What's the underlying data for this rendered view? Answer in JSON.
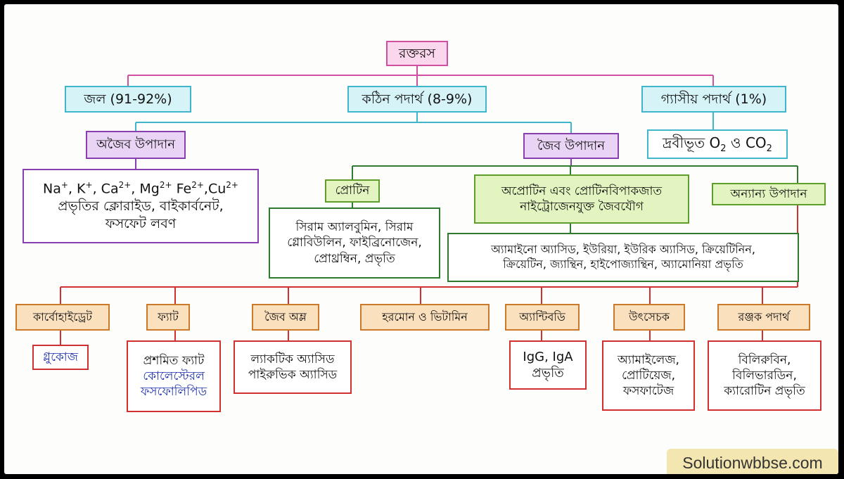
{
  "root": "রক্তরস",
  "level1": {
    "water": "জল (91-92%)",
    "solid": "কঠিন পদার্থ (8-9%)",
    "gas": "গ্যাসীয় পদার্থ (1%)"
  },
  "gas_detail": {
    "prefix": "দ্রবীভূত ",
    "o": "O",
    "o_sub": "2",
    "and": " ও ",
    "co": "CO",
    "co_sub": "2"
  },
  "inorganic": {
    "title": "অজৈব উপাদান",
    "ions": [
      {
        "sym": "Na",
        "charge": "+",
        "sep": ", "
      },
      {
        "sym": "K",
        "charge": "+",
        "sep": ", "
      },
      {
        "sym": "Ca",
        "charge": "2+",
        "sep": ", "
      },
      {
        "sym": "Mg",
        "charge": "2+",
        "sep": " "
      },
      {
        "sym": "Fe",
        "charge": "2+",
        "sep": ","
      },
      {
        "sym": "Cu",
        "charge": "2+",
        "sep": ""
      }
    ],
    "line2": "প্রভৃতির ক্লোরাইড, বাইকার্বনেট,",
    "line3": "ফসফেট লবণ"
  },
  "organic": {
    "title": "জৈব উপাদান"
  },
  "protein": {
    "title": "প্রোটিন",
    "detail": [
      "সিরাম অ্যালবুমিন, সিরাম",
      "গ্লোবিউলিন, ফাইব্রিনোজেন,",
      "প্রোথ্রম্বিন, প্রভৃতি"
    ]
  },
  "nonprotein": {
    "title": [
      "অপ্রোটিন এবং প্রোটিনবিপাকজাত",
      "নাইট্রোজেনযুক্ত জৈবযৌগ"
    ],
    "detail": [
      "অ্যামাইনো অ্যাসিড, ইউরিয়া, ইউরিক অ্যাসিড, ক্রিয়েটিনিন,",
      "ক্রিয়েটিন, জ্যান্থিন, হাইপোজ্যান্থিন, অ্যামোনিয়া প্রভৃতি"
    ]
  },
  "others": {
    "title": "অন্যান্য উপাদান"
  },
  "bottom": [
    {
      "title": "কার্বোহাইড্রেট",
      "detail": [
        "গ্লুকোজ"
      ]
    },
    {
      "title": "ফ্যাট",
      "detail": [
        "প্রশমিত ফ্যাট",
        "কোলেস্টেরল",
        "ফসফোলিপিড"
      ]
    },
    {
      "title": "জৈব অম্ল",
      "detail": [
        "ল্যাকটিক অ্যাসিড",
        "পাইরুভিক অ্যাসিড"
      ]
    },
    {
      "title": "হরমোন ও ভিটামিন",
      "detail": []
    },
    {
      "title": "অ্যান্টিবডি",
      "detail": [
        "IgG, IgA",
        "প্রভৃতি"
      ]
    },
    {
      "title": "উৎসেচক",
      "detail": [
        "অ্যামাইলেজ,",
        "প্রোটিয়েজ,",
        "ফসফাটেজ"
      ]
    },
    {
      "title": "রঞ্জক পদার্থ",
      "detail": [
        "বিলিরুবিন,",
        "বিলিভারডিন,",
        "ক্যারোটিন প্রভৃতি"
      ]
    }
  ],
  "watermark": "Solutionwbbse.com",
  "colors": {
    "pink": "#d04fa0",
    "cyan": "#3fb6cc",
    "purple": "#8a3fae",
    "green": "#5f9e2c",
    "orange": "#cc7a2a",
    "red": "#d03030"
  }
}
